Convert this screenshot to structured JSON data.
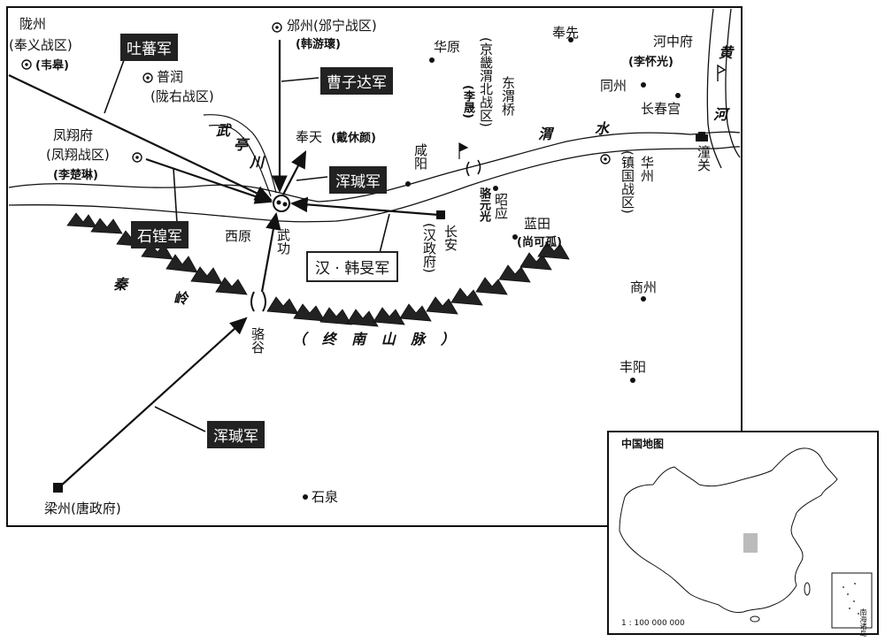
{
  "map": {
    "places": {
      "longzhou": "陇州",
      "longzhou_sub": "(奉义战区)",
      "longzhou_gen": "(韦皋)",
      "purun": "普润",
      "purun_sub": "(陇右战区)",
      "binzhou": "邠州(邠宁战区)",
      "binzhou_gen": "(韩游瓌)",
      "fengxiang": "凤翔府",
      "fengxiang_sub": "(凤翔战区)",
      "fengxiang_gen": "(李楚琳)",
      "fengtian": "奉天",
      "fengtian_gen": "(戴休颜)",
      "huayuan": "华原",
      "jingji": "(京畿渭北战区)",
      "jingji_gen": "(李晟)",
      "dongweiqiao": "东渭桥",
      "fengxian": "奉先",
      "hezhongfu": "河中府",
      "hezhong_gen": "(李怀光)",
      "tongzhou": "同州",
      "changchungong": "长春宫",
      "tongguan": "潼关",
      "xianyang": "咸阳",
      "huazhou": "华州",
      "zhenguo": "(镇国战区)",
      "luo": "骆元光",
      "zhao": "昭应",
      "lantian": "蓝田",
      "lantian_gen": "(尚可孤)",
      "changan": "长安",
      "han_gov": "(汉政府)",
      "xiyuan": "西原",
      "wugong": "武功",
      "luogu": "骆谷",
      "shangzhou": "商州",
      "fengyang": "丰阳",
      "shiquan": "石泉",
      "liangzhou": "梁州(唐政府)"
    },
    "rivers": {
      "wei": "渭",
      "shui": "水",
      "huang": "黄",
      "he": "河",
      "wutingchuan_1": "武",
      "wutingchuan_2": "亭",
      "wutingchuan_3": "川"
    },
    "mountains": {
      "qin": "秦",
      "ling": "岭",
      "zhongnan": "（ 终 南 山 脉 ）"
    },
    "armies": {
      "tubo": "吐蕃军",
      "caozida": "曹子达军",
      "hunjian_top": "浑瑊军",
      "shihuang": "石锽军",
      "han_hanmin": "汉 · 韩旻军",
      "hunjian_bottom": "浑瑊军"
    },
    "inset": {
      "title": "中国地图",
      "scale": "1 : 100 000 000",
      "southsea": "南海诸岛"
    }
  }
}
